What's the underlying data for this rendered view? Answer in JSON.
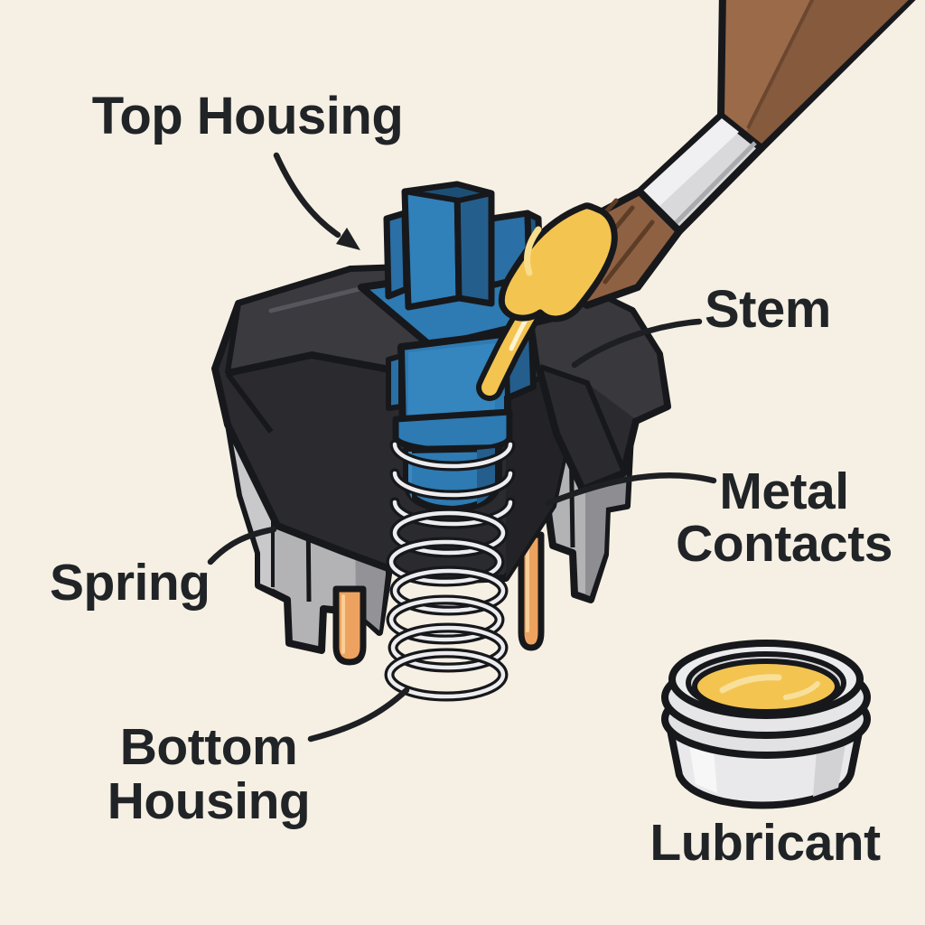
{
  "diagram": {
    "title_context": "keyboard switch lubrication parts diagram",
    "labels": {
      "top_housing": "Top Housing",
      "stem": "Stem",
      "metal_contacts_line1": "Metal",
      "metal_contacts_line2": "Contacts",
      "spring": "Spring",
      "bottom_housing_line1": "Bottom",
      "bottom_housing_line2": "Housing",
      "lubricant": "Lubricant"
    },
    "colors": {
      "background": "#f6f0e4",
      "text": "#212427",
      "outline": "#17181b",
      "switch_blue": "#2e7ab2",
      "switch_blue_dark": "#245e8d",
      "switch_blue_light": "#3585bf",
      "housing_black": "#2b2b2f",
      "housing_black_top": "#3a3a3f",
      "housing_gray": "#b3b3b6",
      "pin_copper": "#eda35f",
      "spring_silver": "#ededef",
      "lubricant_yellow": "#f3c450",
      "brush_wood": "#9a6a49",
      "brush_ferrule": "#d9d9db",
      "brush_bristles": "#8f6143",
      "jar_body": "#e9e9eb"
    }
  }
}
